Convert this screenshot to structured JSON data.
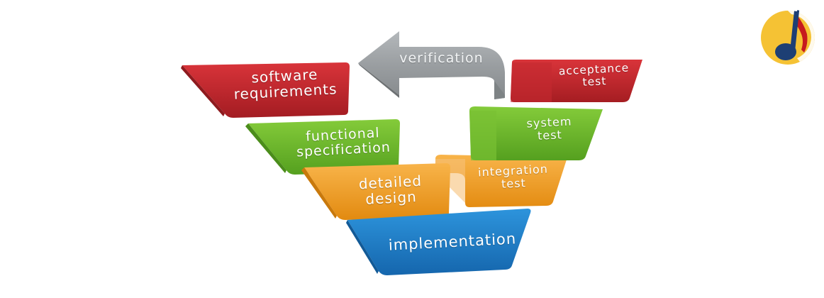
{
  "diagram": {
    "type": "V-model",
    "colors": {
      "red": "#c1272d",
      "green": "#6cb82b",
      "orange": "#f29a1f",
      "blue": "#1f7fc9",
      "arrow_gray": "#9ea3a6"
    },
    "arrow": {
      "label": "verification",
      "direction": "left"
    },
    "left_branch": [
      {
        "label_line1": "software",
        "label_line2": "requirements",
        "color": "#c1272d"
      },
      {
        "label_line1": "functional",
        "label_line2": "specification",
        "color": "#6cb82b"
      },
      {
        "label_line1": "detailed",
        "label_line2": "design",
        "color": "#f29a1f"
      }
    ],
    "bottom": {
      "label": "implementation",
      "color": "#1f7fc9"
    },
    "right_branch": [
      {
        "label_line1": "acceptance",
        "label_line2": "test",
        "color": "#c1272d"
      },
      {
        "label_line1": "system",
        "label_line2": "test",
        "color": "#6cb82b"
      },
      {
        "label_line1": "integration",
        "label_line2": "test",
        "color": "#f29a1f"
      }
    ]
  },
  "logo": {
    "icon": "music-note-logo",
    "colors": [
      "#f5c234",
      "#1d3f74",
      "#c61a1e"
    ]
  }
}
